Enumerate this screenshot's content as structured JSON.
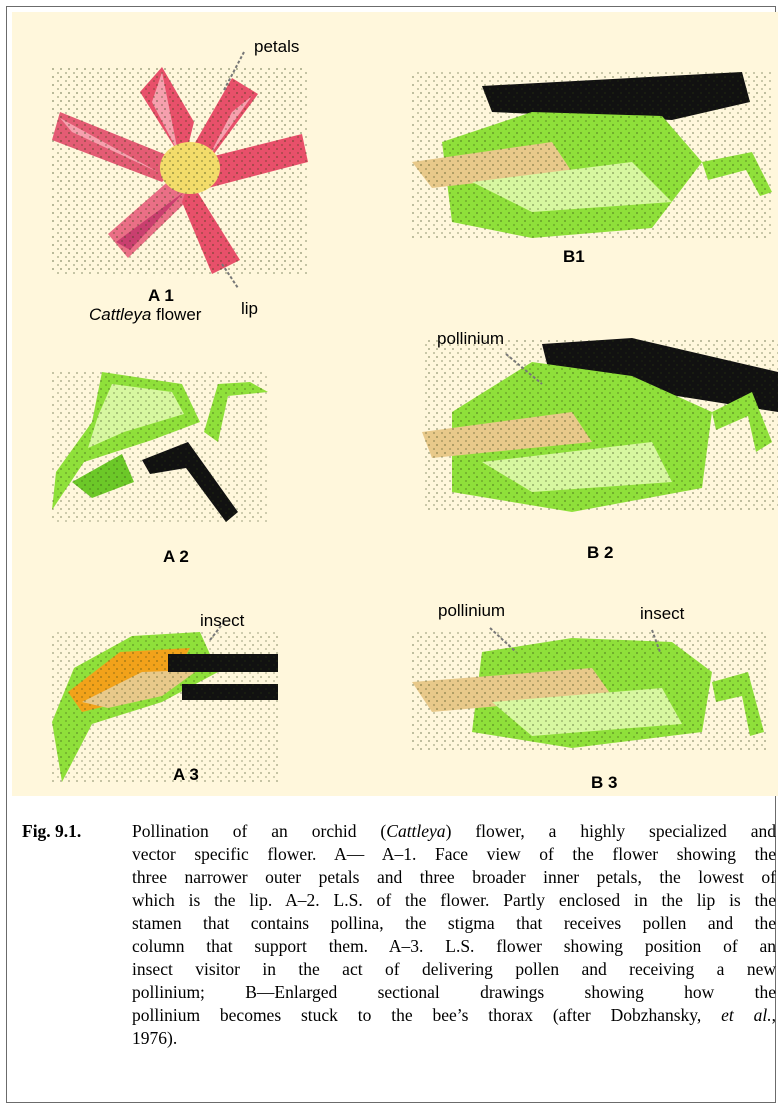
{
  "labels": {
    "petals": "petals",
    "a1": "A 1",
    "a1_caption_name": "Cattleya",
    "a1_caption_word": " flower",
    "lip": "lip",
    "a2": "A 2",
    "a3": "A 3",
    "insect_a3": "insect",
    "b1": "B1",
    "pollinium_b2": "pollinium",
    "b2": "B 2",
    "pollinium_b3": "pollinium",
    "insect_b3": "insect",
    "b3": "B 3"
  },
  "caption": {
    "fig_no": "Fig. 9.1.",
    "lines": [
      [
        "Pollination of an orchid (",
        "Cattleya",
        ") flower, a highly specialized and"
      ],
      [
        "vector specific flower. A—  A–1. Face view of the flower showing the"
      ],
      [
        "three narrower outer petals and three broader inner petals, the lowest of"
      ],
      [
        "which is the lip. A–2. L.S. of the flower. Partly enclosed in the lip is the"
      ],
      [
        "stamen that contains pollina, the stigma that receives pollen and the"
      ],
      [
        "column that support them. A–3. L.S. flower showing position of an"
      ],
      [
        "insect visitor in the act of delivering pollen and receiving a new"
      ],
      [
        "pollinium; B—Enlarged sectional drawings showing how the"
      ],
      [
        "pollinium becomes stuck to the bee’s thorax (after Dobzhansky, ",
        "et al.",
        ","
      ],
      [
        "1976)."
      ]
    ]
  },
  "colors": {
    "panel_bg": "#fff7dc",
    "petal": "#e8506a",
    "petal_light": "#f6a0ae",
    "center": "#f3dc6a",
    "leaf_green": "#8fe03a",
    "leaf_light": "#d7f7a0",
    "dark": "#111111",
    "tan": "#e8c98a",
    "orange": "#f2a21a"
  }
}
